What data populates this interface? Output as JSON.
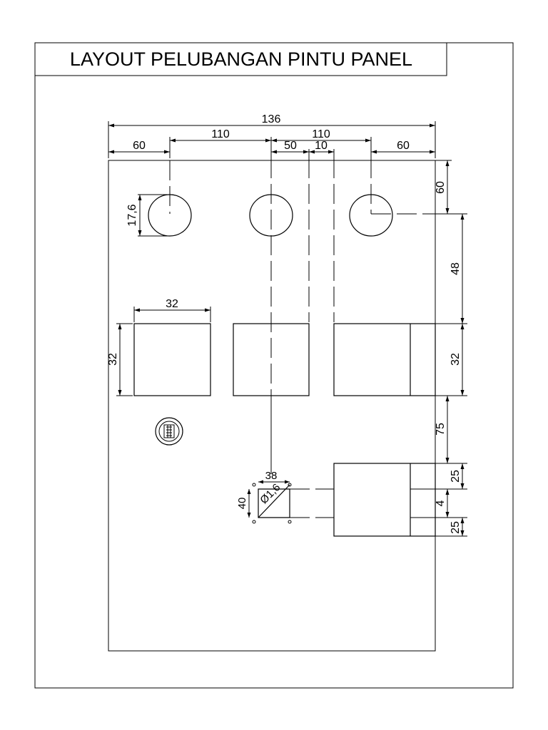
{
  "title": "LAYOUT PELUBANGAN PINTU PANEL",
  "dimensions": {
    "overall_width": "136",
    "left_margin": "60",
    "spacing_left": "110",
    "spacing_right": "110",
    "center_offset": "50",
    "gap": "10",
    "right_margin": "60",
    "lamp_diameter": "17,6",
    "top_offset": "60",
    "lamp_to_meter": "48",
    "meter_width": "32",
    "meter_height_left": "32",
    "meter_height_right": "32",
    "meter_to_lower": "75",
    "lower_top": "25",
    "lower_gap": "4",
    "lower_bottom": "25",
    "triangle_height": "40",
    "triangle_width": "38",
    "hole_diameter": "Ø1,6"
  }
}
